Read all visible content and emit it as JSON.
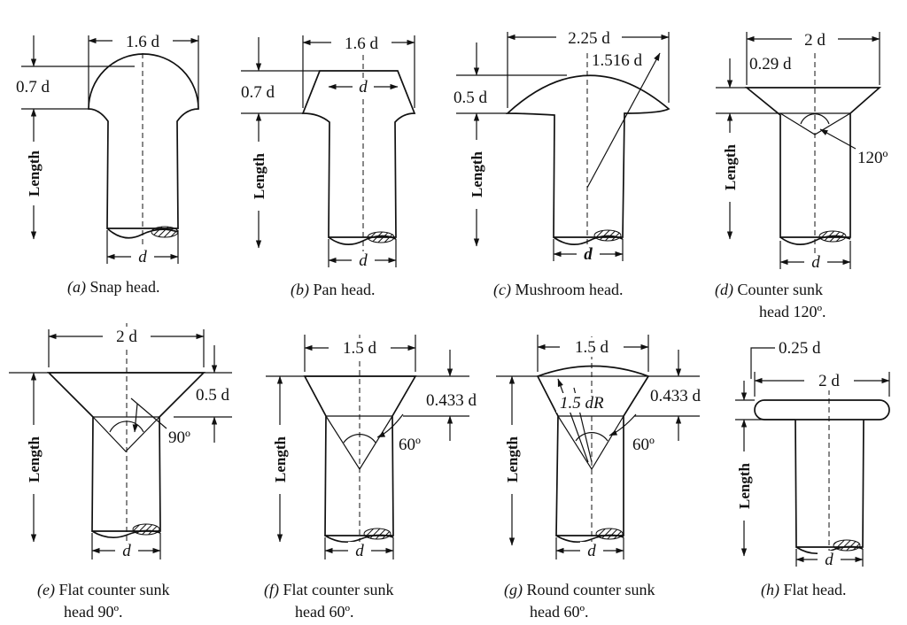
{
  "figure": {
    "panels": [
      {
        "id": "a",
        "letter": "a",
        "caption_1": "Snap head.",
        "caption_2": "",
        "dims": {
          "head_width": "1.6 d",
          "head_height": "0.7 d",
          "shank": "d",
          "length": "Length"
        }
      },
      {
        "id": "b",
        "letter": "b",
        "caption_1": "Pan head.",
        "caption_2": "",
        "dims": {
          "head_width": "1.6 d",
          "top_width": "d",
          "head_height": "0.7 d",
          "shank": "d",
          "length": "Length"
        }
      },
      {
        "id": "c",
        "letter": "c",
        "caption_1": "Mushroom head.",
        "caption_2": "",
        "dims": {
          "head_width": "2.25 d",
          "radius": "1.516 d",
          "head_height": "0.5 d",
          "shank": "d",
          "length": "Length"
        }
      },
      {
        "id": "d",
        "letter": "d",
        "caption_1": "Counter sunk",
        "caption_2": "head 120º.",
        "dims": {
          "head_width": "2 d",
          "head_height": "0.29 d",
          "angle": "120º",
          "shank": "d",
          "length": "Length"
        }
      },
      {
        "id": "e",
        "letter": "e",
        "caption_1": "Flat counter sunk",
        "caption_2": "head 90º.",
        "dims": {
          "head_width": "2 d",
          "head_height": "0.5 d",
          "angle": "90º",
          "shank": "d",
          "length": "Length"
        }
      },
      {
        "id": "f",
        "letter": "f",
        "caption_1": "Flat counter sunk",
        "caption_2": "head 60º.",
        "dims": {
          "head_width": "1.5 d",
          "head_height": "0.433 d",
          "angle": "60º",
          "shank": "d",
          "length": "Length"
        }
      },
      {
        "id": "g",
        "letter": "g",
        "caption_1": "Round counter sunk",
        "caption_2": "head 60º.",
        "dims": {
          "head_width": "1.5 d",
          "radius": "1.5 dR",
          "head_height": "0.433 d",
          "angle": "60º",
          "shank": "d",
          "length": "Length"
        }
      },
      {
        "id": "h",
        "letter": "h",
        "caption_1": "Flat head.",
        "caption_2": "",
        "dims": {
          "head_width": "2 d",
          "head_height": "0.25 d",
          "shank": "d",
          "length": "Length"
        }
      }
    ]
  }
}
